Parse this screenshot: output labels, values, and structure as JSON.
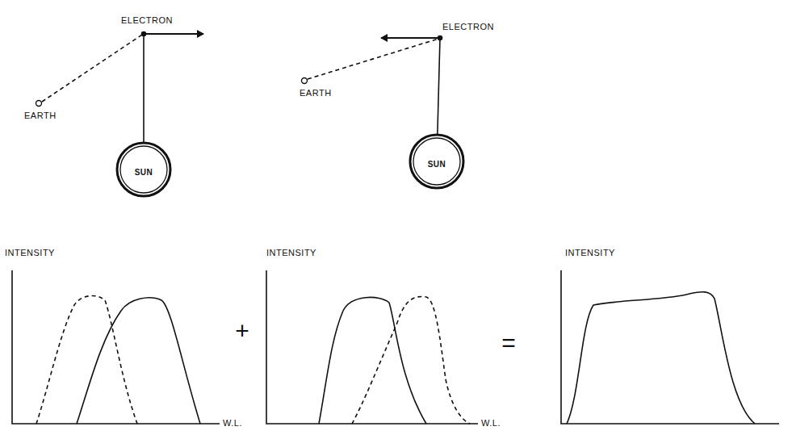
{
  "diagram": {
    "nodes": [
      {
        "text": [
          "SUN"
        ]
      },
      {
        "text": [
          "SUN"
        ]
      }
    ],
    "labels": [
      "ELECTRON",
      "EARTH",
      "ELECTRON",
      "EARTH",
      "INTENSITY",
      "W.L.",
      "+",
      "INTENSITY",
      "W.L.",
      "=",
      "INTENSITY"
    ]
  }
}
